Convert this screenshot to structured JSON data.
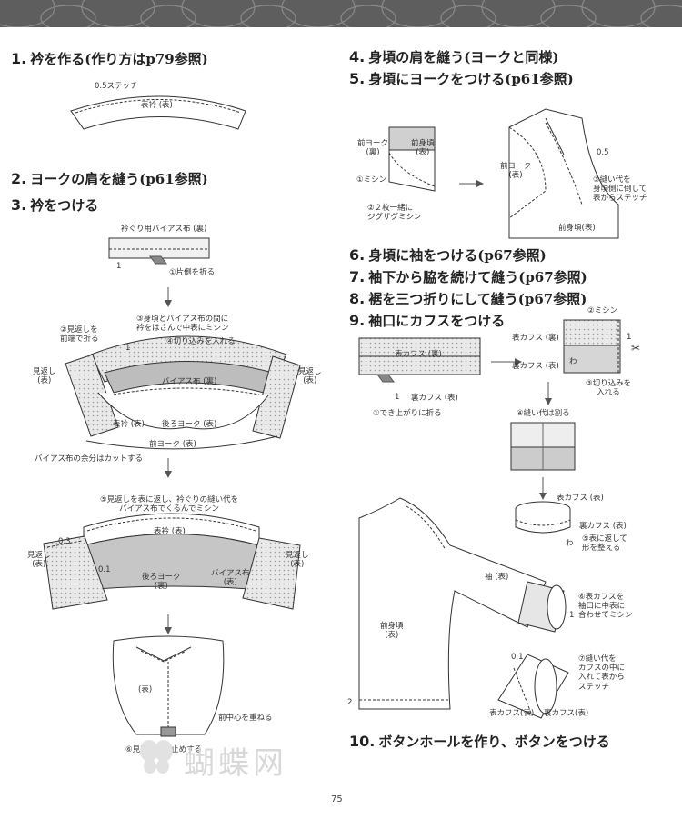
{
  "steps": {
    "s1": {
      "num": "1.",
      "text": "衿を作る(作り方はp79参照)"
    },
    "s2": {
      "num": "2.",
      "text": "ヨークの肩を縫う(p61参照)"
    },
    "s3": {
      "num": "3.",
      "text": "衿をつける"
    },
    "s4": {
      "num": "4.",
      "text": "身頃の肩を縫う(ヨークと同様)"
    },
    "s5": {
      "num": "5.",
      "text": "身頃にヨークをつける(p61参照)"
    },
    "s6": {
      "num": "6.",
      "text": "身頃に袖をつける(p67参照)"
    },
    "s7": {
      "num": "7.",
      "text": "袖下から脇を続けて縫う(p67参照)"
    },
    "s8": {
      "num": "8.",
      "text": "裾を三つ折りにして縫う(p67参照)"
    },
    "s9": {
      "num": "9.",
      "text": "袖口にカフスをつける"
    },
    "s10": {
      "num": "10.",
      "text": "ボタンホールを作り、ボタンをつける"
    }
  },
  "labels": {
    "collar_stitch": "0.5ステッチ",
    "collar_face": "表衿 (表)",
    "bias_cloth": "衿ぐり用バイアス布 (裏)",
    "one_a": "1",
    "fold_one_side": "①片側を折る",
    "fold_facing": "②見返しを\n前端で折る",
    "sandwich_collar": "③身頃とバイアス布の間に\n衿をはさんで中表にミシン",
    "notch": "④切り込みを入れる",
    "facing_left": "見返し\n(表)",
    "facing_right": "見返し\n(表)",
    "one_b": "1",
    "bias_back": "バイアス布 (裏)",
    "collar_face2": "表衿 (表)",
    "back_yoke": "後ろヨーク (表)",
    "front_yoke": "前ヨーク (表)",
    "cut_excess": "バイアス布の余分はカットする",
    "turn_facing": "⑤見返しを表に返し、衿ぐりの縫い代を\nバイアス布でくるんでミシン",
    "collar_face3": "表衿 (表)",
    "num_03": "0.3",
    "facing_left2": "見返し\n(表)",
    "facing_right2": "見返し\n(表)",
    "num_01": "0.1",
    "back_yoke2": "後ろヨーク\n(裏)",
    "bias_face": "バイアス布\n(表)",
    "body_face": "(表)",
    "overlap_cf": "前中心を重ねる",
    "stitch_facing": "⑥見返しに仮止めする",
    "front_yoke_back": "前ヨーク\n(裏)",
    "front_body_face": "前身頃\n(表)",
    "machine1": "①ミシン",
    "zigzag": "②２枚一緒に\nジグザグミシン",
    "num_05": "0.5",
    "front_yoke_face": "前ヨーク\n(表)",
    "stitch_allowance": "③縫い代を\n身頃側に倒して\n表からステッチ",
    "front_body_face2": "前身頃(表)",
    "cuff_back": "表カフス (裏)",
    "cuff_inner_face": "裏カフス (表)",
    "one_c": "1",
    "fold_finish": "①でき上がりに折る",
    "machine2": "②ミシン",
    "cuff_face_label": "表カフス (裏)",
    "cuff_inner_label": "裏カフス (表)",
    "one_d": "1",
    "wa": "わ",
    "notch2": "③切り込みを\n入れる",
    "split_allowance": "④縫い代は割る",
    "cuff_face3": "表カフス (表)",
    "cuff_inner3": "裏カフス (表)",
    "wa2": "わ",
    "turn_shape": "⑤表に返して\n形を整える",
    "sleeve_face": "袖 (表)",
    "front_body3": "前身頃\n(表)",
    "sew_cuff": "⑥表カフスを\n袖口に中表に\n合わせてミシン",
    "one_e": "1",
    "num_01b": "0.1",
    "wrap_stitch": "⑦縫い代を\nカフスの中に\n入れて表から\nステッチ",
    "cuff_face4": "表カフス(表)",
    "cuff_inner4": "裏カフス(表)",
    "num_2": "2"
  },
  "page_number": "75",
  "watermark": "蝴蝶网"
}
